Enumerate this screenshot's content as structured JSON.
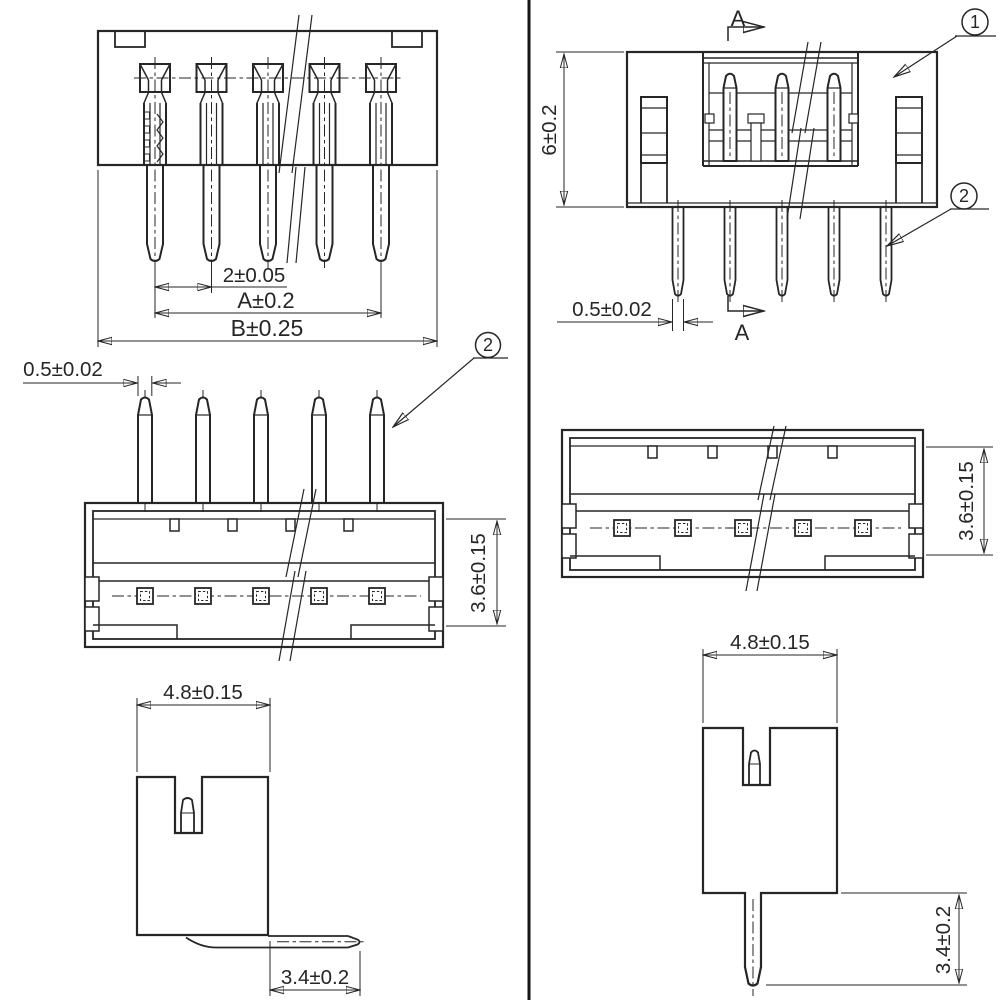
{
  "colors": {
    "line": "#262626",
    "divider": "#141414",
    "background": "#ffffff"
  },
  "views": {
    "front": {
      "dims": {
        "pitch": "2±0.05",
        "row_span": "A±0.2",
        "overall_width": "B±0.25"
      }
    },
    "section_front": {
      "dims": {
        "height": "6±0.2",
        "pin_width": "0.5±0.02"
      },
      "section_label_top": "A",
      "section_label_bottom": "A",
      "balloons": {
        "housing": "1",
        "pin": "2"
      }
    },
    "side": {
      "dims": {
        "pin_width": "0.5±0.02",
        "inner_depth": "3.6±0.15"
      },
      "balloons": {
        "pin": "2"
      }
    },
    "top": {
      "dims": {
        "inner_depth": "3.6±0.15"
      }
    },
    "right_angle_profile": {
      "dims": {
        "body_width": "4.8±0.15",
        "pin_length": "3.4±0.2"
      }
    },
    "straight_profile": {
      "dims": {
        "body_width": "4.8±0.15",
        "pin_length": "3.4±0.2"
      }
    }
  }
}
